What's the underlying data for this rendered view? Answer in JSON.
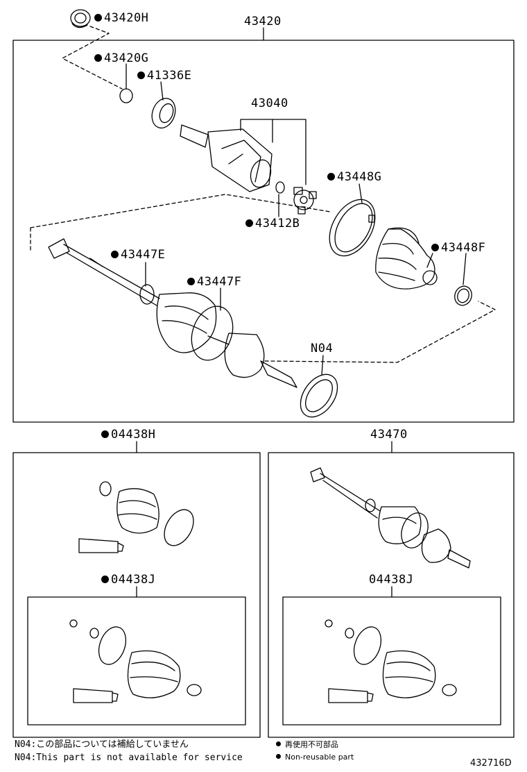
{
  "parts": {
    "p43420H": "43420H",
    "p43420": "43420",
    "p43420G": "43420G",
    "p41336E": "41336E",
    "p43040": "43040",
    "p43448G": "43448G",
    "p43412B": "43412B",
    "p43447E": "43447E",
    "p43448F": "43448F",
    "p43447F": "43447F",
    "pN04": "N04",
    "p04438H": "04438H",
    "p43470": "43470",
    "p04438J_left": "04438J",
    "p04438J_right": "04438J"
  },
  "notes": {
    "n04_jp": "N04:この部品については補給していません",
    "n04_en": "N04:This part is not available for service"
  },
  "legend": {
    "jp": "再使用不可部品",
    "en": "Non-reusable part"
  },
  "diagram_code": "432716D",
  "marker": "non-reusable-dot"
}
